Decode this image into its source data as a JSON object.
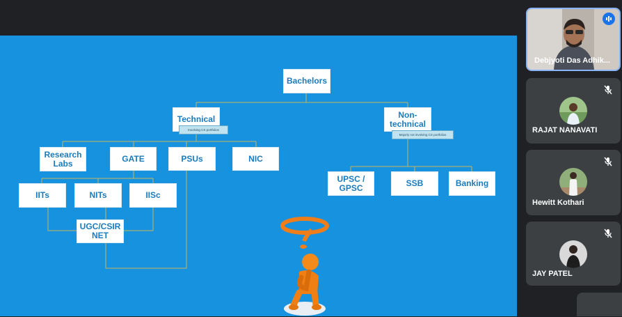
{
  "slide": {
    "nodes": {
      "bachelors": "Bachelors",
      "technical": "Technical",
      "non_technical": "Non-\ntechnical",
      "research_labs": "Research\nLabs",
      "gate": "GATE",
      "psus": "PSUs",
      "nic": "NIC",
      "iits": "IITs",
      "nits": "NITs",
      "iisc": "IISc",
      "ugc_csir_net": "UGC/CSIR\nNET",
      "upsc_gpsc": "UPSC /\nGPSC",
      "ssb": "SSB",
      "banking": "Banking"
    },
    "notes": {
      "technical_note": "Involving CS portfolios",
      "non_technical_note": "Majorly not involving CS portfolios"
    },
    "figure_icon": "thinking-person-question-mark-icon"
  },
  "participants": [
    {
      "name": "Debjyoti Das Adhik...",
      "status_icon": "speaking-indicator-icon",
      "active": true
    },
    {
      "name": "RAJAT NANAVATI",
      "status_icon": "mic-off-icon"
    },
    {
      "name": "Hewitt Kothari",
      "status_icon": "mic-off-icon"
    },
    {
      "name": "JAY PATEL",
      "status_icon": "mic-off-icon"
    }
  ],
  "colors": {
    "slide_bg": "#1692df",
    "node_text": "#1a7bbd",
    "connector": "#c8b45a",
    "meeting_bg": "#202124",
    "tile_bg": "#3c4043",
    "accent": "#1a73e8"
  }
}
